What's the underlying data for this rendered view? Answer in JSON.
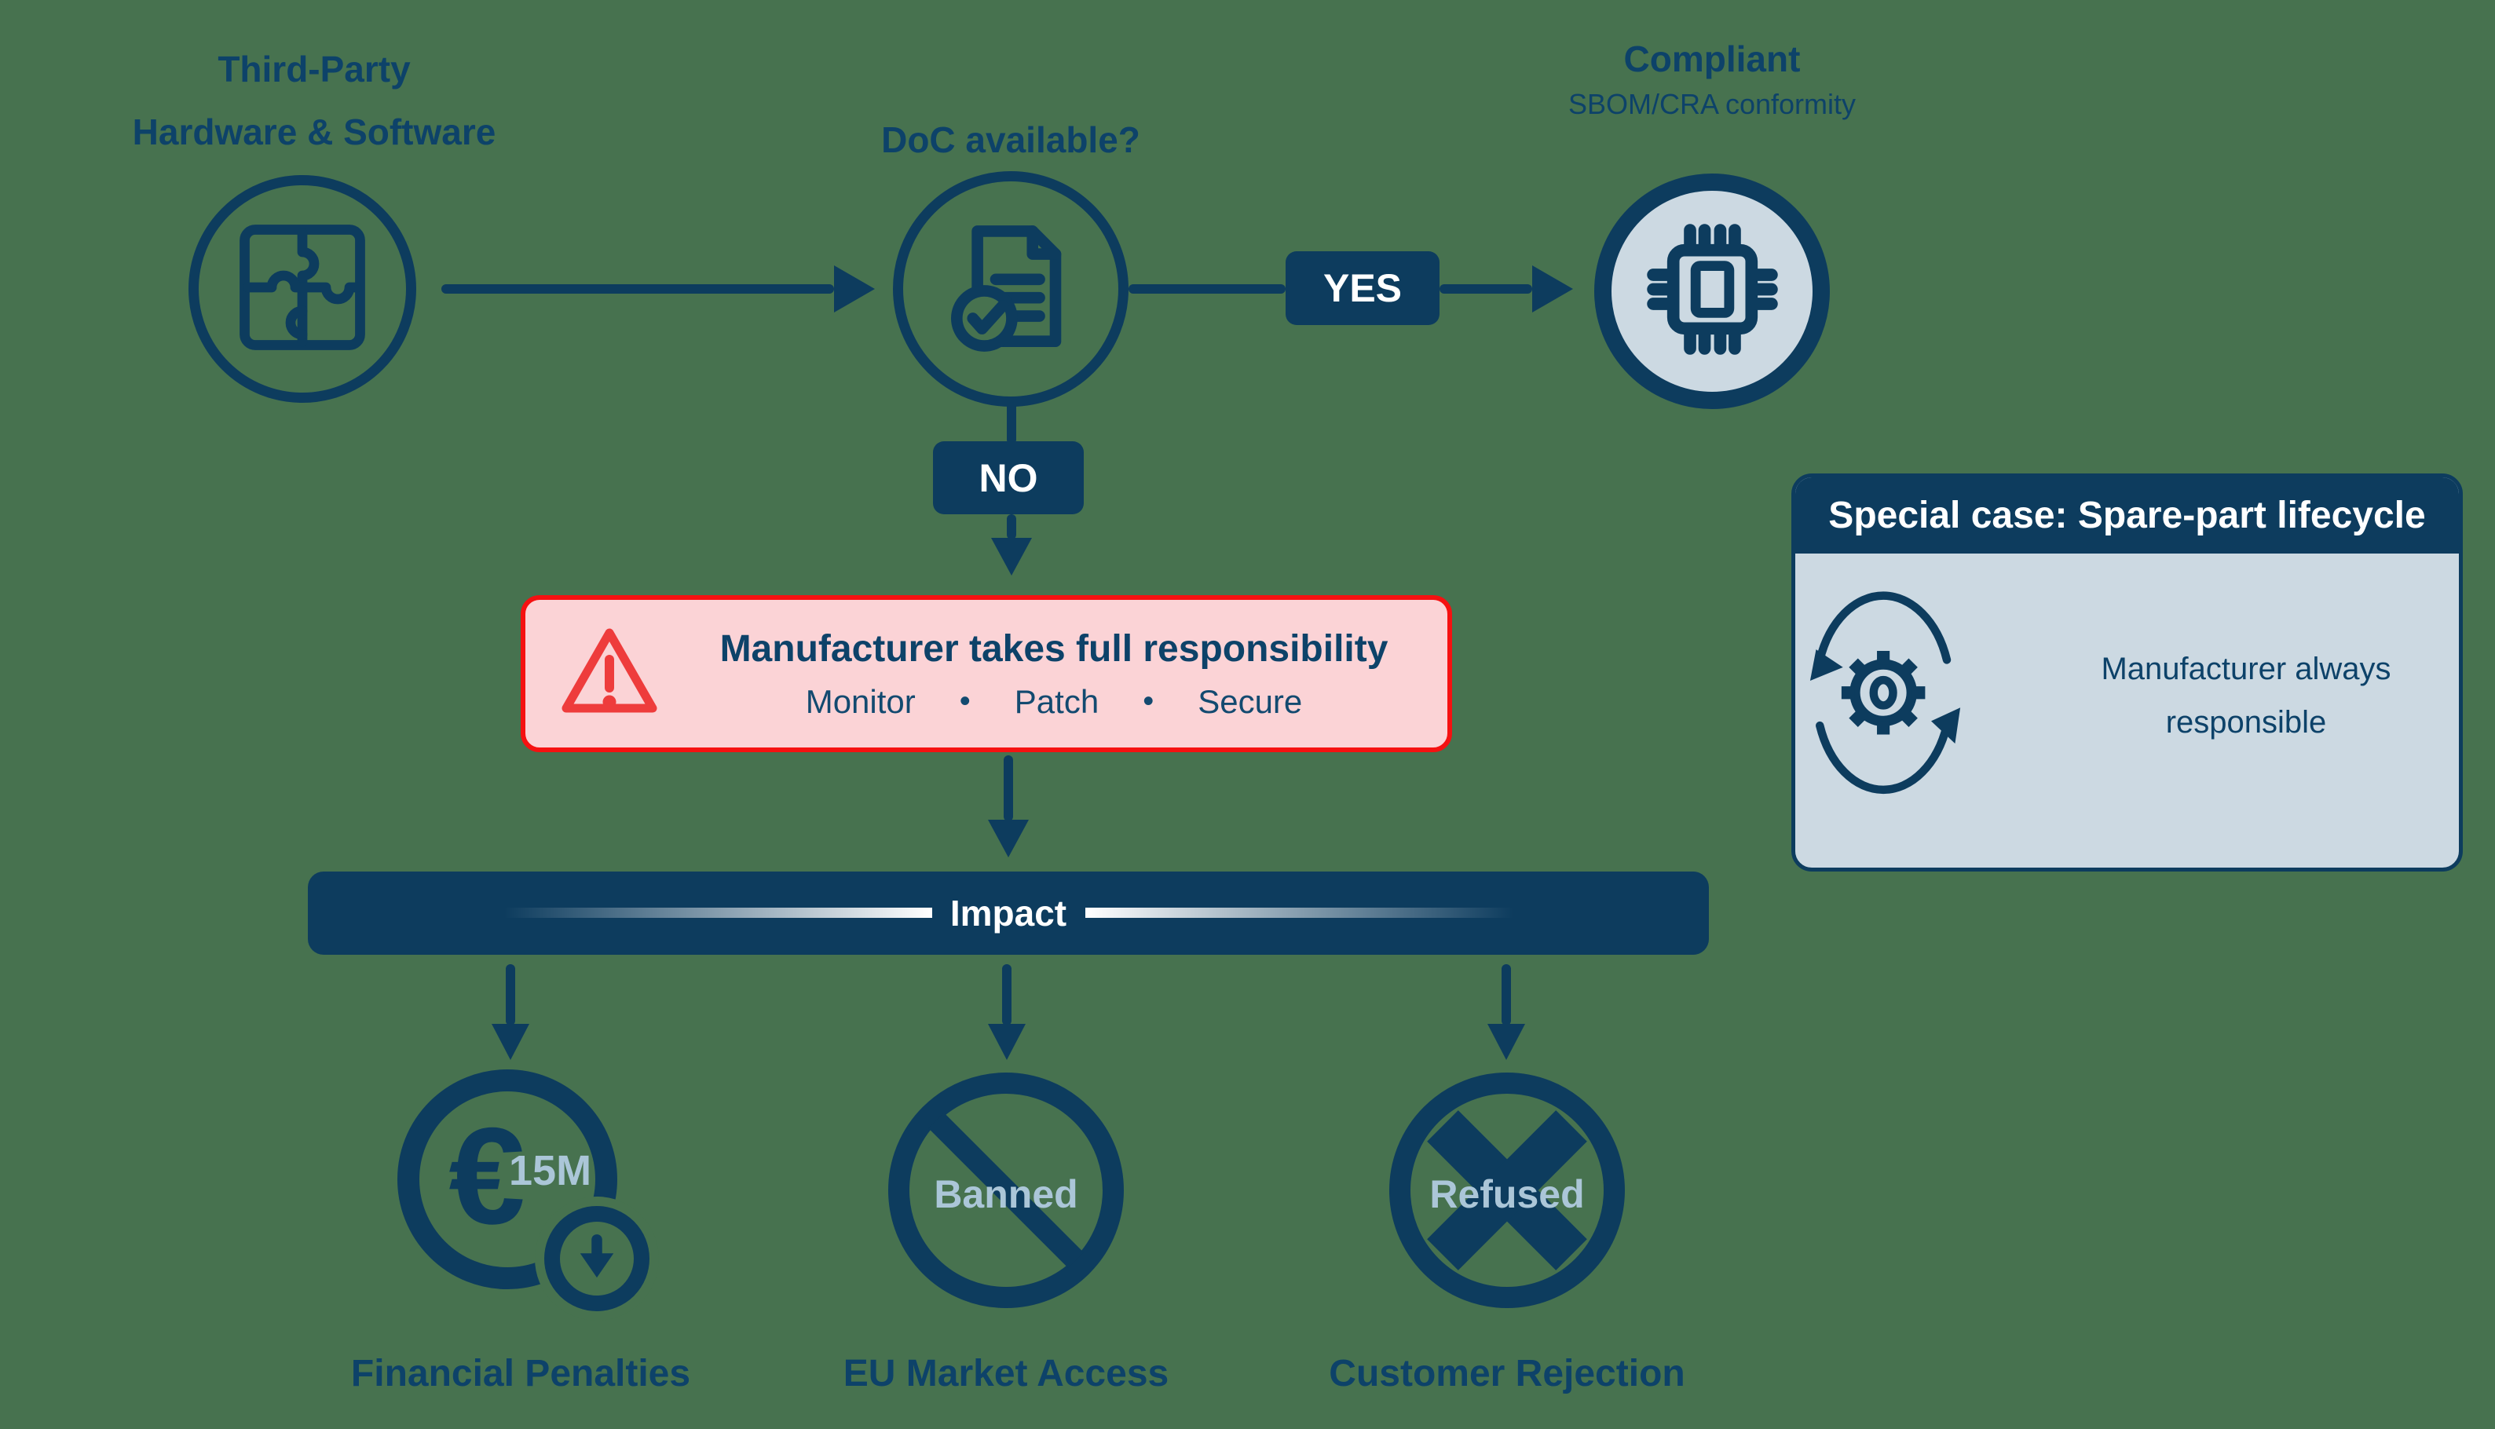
{
  "palette": {
    "background": "#47724F",
    "navy": "#0D3C5E",
    "navy_text": "#0D4269",
    "light_fill": "#CCD9E2",
    "light_text": "#ABC6D8",
    "red_border": "#F51111",
    "warning_red": "#EE3C3C",
    "pink_fill": "#FBD3D6",
    "white": "#FFFFFF"
  },
  "flow": {
    "third_party": {
      "title_line1": "Third-Party",
      "title_line2": "Hardware & Software"
    },
    "doc": {
      "title": "DoC available?"
    },
    "compliant": {
      "title": "Compliant",
      "subtitle": "SBOM/CRA conformity"
    },
    "yes_badge": "YES",
    "no_badge": "NO"
  },
  "warning_box": {
    "title": "Manufacturer takes full responsibility",
    "items": [
      "Monitor",
      "Patch",
      "Secure"
    ],
    "bullet": "•"
  },
  "impact_bar": {
    "label": "Impact"
  },
  "impacts": [
    {
      "currency": "€",
      "badge": "15M",
      "label": "Financial Penalties"
    },
    {
      "badge": "Banned",
      "label": "EU Market Access"
    },
    {
      "badge": "Refused",
      "label": "Customer Rejection"
    }
  ],
  "special_case": {
    "header": "Special case: Spare-part lifecycle",
    "body_line1": "Manufacturer always",
    "body_line2": "responsible"
  }
}
